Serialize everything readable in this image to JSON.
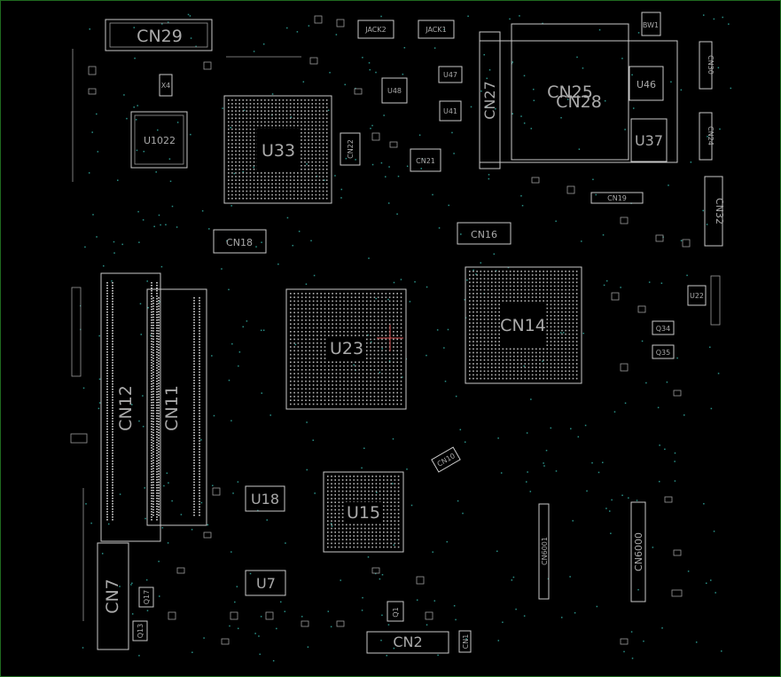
{
  "colors": {
    "background": "#000000",
    "frame": "#1f6a1f",
    "outline": "#c9c9c9",
    "label": "#a9a9a9",
    "via": "#2a8f86"
  },
  "labels": {
    "cn29": "CN29",
    "x4": "X4",
    "u1022": "U1022",
    "u33": "U33",
    "cn22": "CN22",
    "cn21": "CN21",
    "jack2": "JACK2",
    "jack1": "JACK1",
    "u48": "U48",
    "u47": "U47",
    "u41": "U41",
    "cn27": "CN27",
    "cn25": "CN25",
    "cn28": "CN28",
    "bw1": "BW1",
    "u46": "U46",
    "u37": "U37",
    "cn30": "CN30",
    "cn24": "CN24",
    "cn32": "CN32",
    "cn18": "CN18",
    "cn16": "CN16",
    "cn19": "CN19",
    "cn14": "CN14",
    "u23": "U23",
    "cn12": "CN12",
    "cn11": "CN11",
    "q34": "Q34",
    "q35": "Q35",
    "u22": "U22",
    "cn10": "CN10",
    "u18": "U18",
    "u15": "U15",
    "u7": "U7",
    "cn7": "CN7",
    "q17": "Q17",
    "q13": "Q13",
    "q1": "Q1",
    "cn2": "CN2",
    "cn1": "CN1",
    "cn6000": "CN6000",
    "cn6001": "CN6001"
  }
}
